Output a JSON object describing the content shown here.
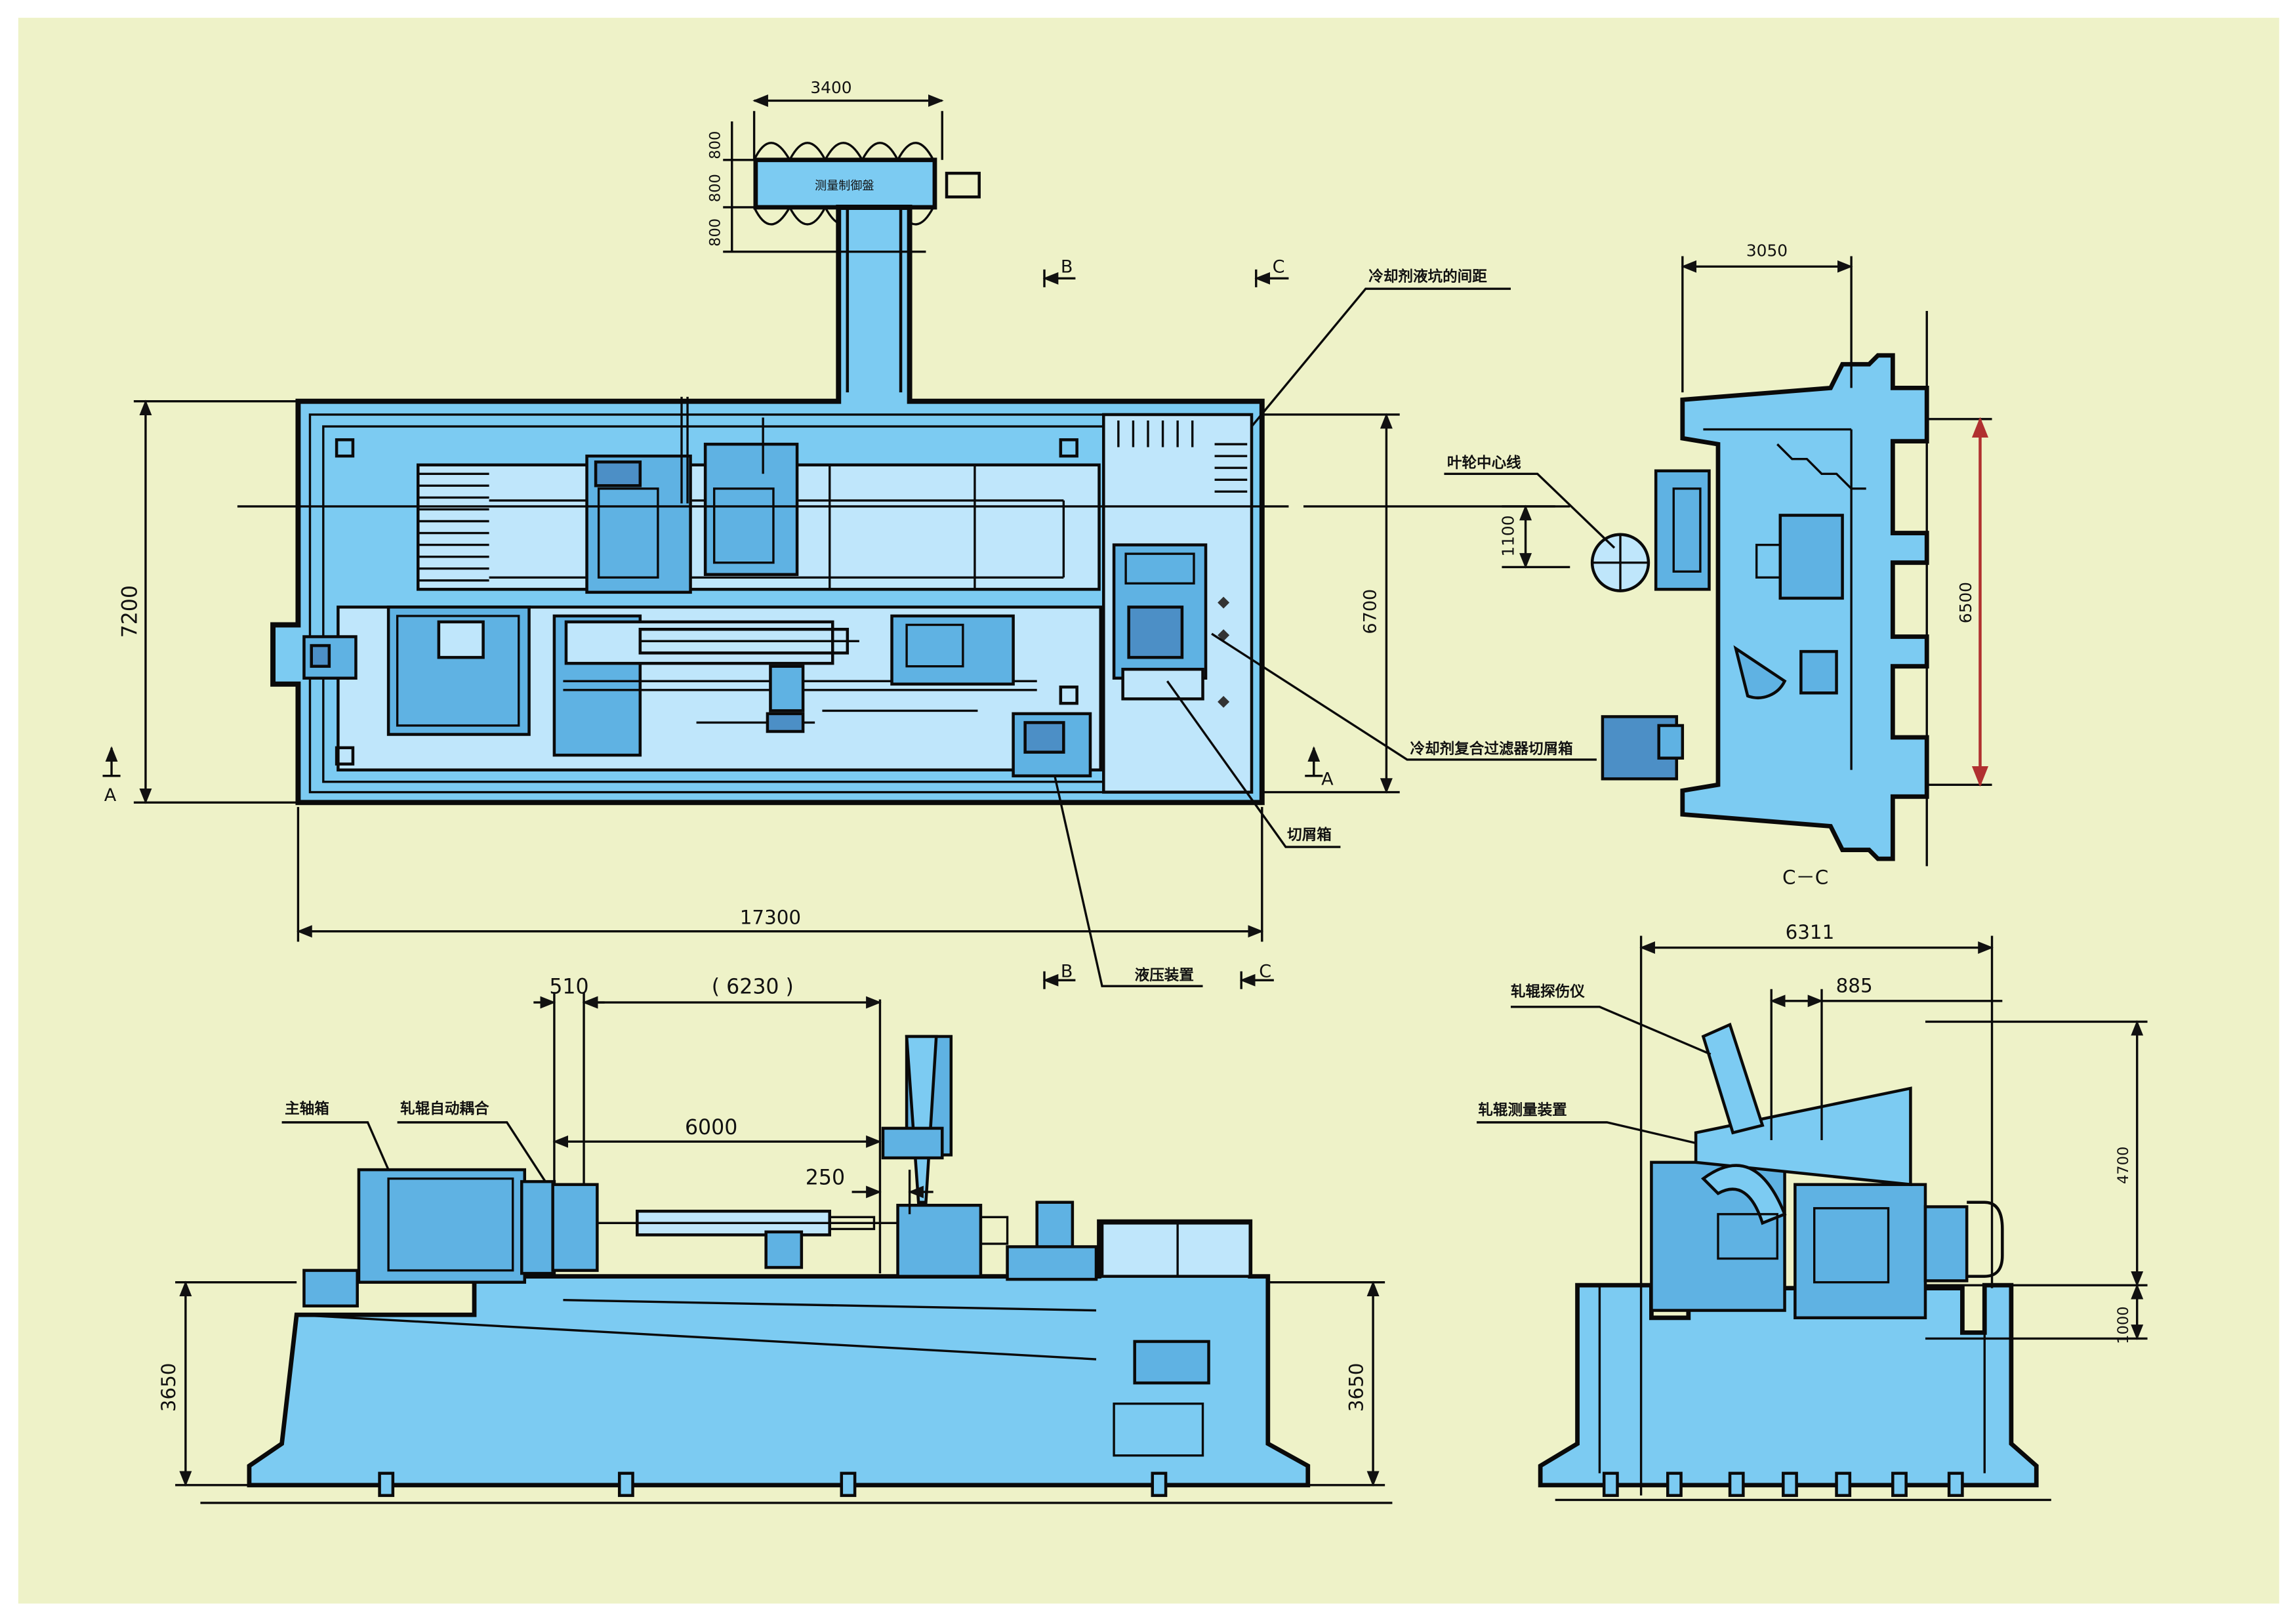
{
  "colors": {
    "paper": "#eef2c8",
    "equipment": "#7ccbf2",
    "line": "#0a0a0a"
  },
  "plan": {
    "dim_width": "17300",
    "dim_height": "7200",
    "dim_inner": "6700",
    "dim_top": "3400",
    "dim_top_a": "800",
    "dim_top_b": "800",
    "dim_top_c": "800",
    "section_b": "B",
    "section_c": "C",
    "section_a": "A",
    "label_coolant_pit": "冷却剂液坑的间距",
    "label_filter_chip_box": "冷却剂复合过滤器切屑箱",
    "label_chip_box": "切屑箱",
    "label_hydraulic": "液压装置",
    "box_label": "测量制御盤"
  },
  "section_cc": {
    "title": "C－C",
    "dim_width": "3050",
    "dim_height": "6500",
    "dim_offset": "1100",
    "label_impeller": "叶轮中心线"
  },
  "side": {
    "dim_510": "510",
    "dim_6230": "( 6230 )",
    "dim_6000": "6000",
    "dim_250": "250",
    "dim_left": "3650",
    "dim_right": "3650",
    "label_headstock": "主轴箱",
    "label_coupling": "轧辊自动耦合"
  },
  "end": {
    "dim_width": "6311",
    "dim_885": "885",
    "dim_4700": "4700",
    "dim_1000": "1000",
    "label_flaw": "轧辊探伤仪",
    "label_measure": "轧辊测量装置"
  }
}
